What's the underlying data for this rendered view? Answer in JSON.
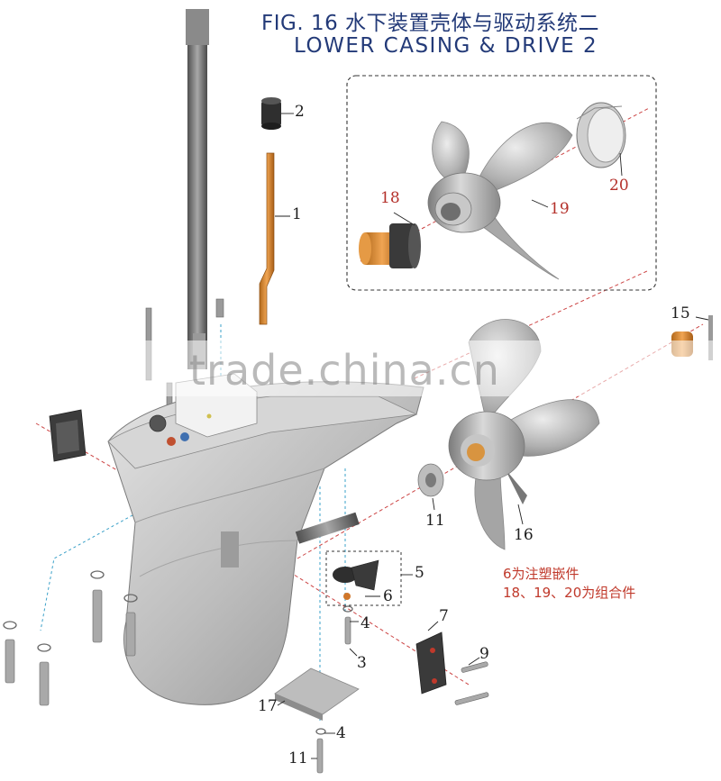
{
  "figure": {
    "title_cn": "FIG. 16 水下装置壳体与驱动系统二",
    "title_en": "LOWER CASING & DRIVE 2"
  },
  "callouts": [
    {
      "id": "c1",
      "label": "1"
    },
    {
      "id": "c2",
      "label": "2"
    },
    {
      "id": "c3",
      "label": "3"
    },
    {
      "id": "c4a",
      "label": "4"
    },
    {
      "id": "c4b",
      "label": "4"
    },
    {
      "id": "c5",
      "label": "5"
    },
    {
      "id": "c6a",
      "label": "6"
    },
    {
      "id": "c7",
      "label": "7"
    },
    {
      "id": "c9",
      "label": "9"
    },
    {
      "id": "c11a",
      "label": "11"
    },
    {
      "id": "c11b",
      "label": "11"
    },
    {
      "id": "c15",
      "label": "15"
    },
    {
      "id": "c16",
      "label": "16"
    },
    {
      "id": "c17",
      "label": "17"
    },
    {
      "id": "c18",
      "label": "18"
    },
    {
      "id": "c19",
      "label": "19"
    },
    {
      "id": "c20",
      "label": "20"
    }
  ],
  "notes": {
    "line1": "6为注塑嵌件",
    "line2": "18、19、20为组合件"
  },
  "watermark": "trade.china.cn"
}
